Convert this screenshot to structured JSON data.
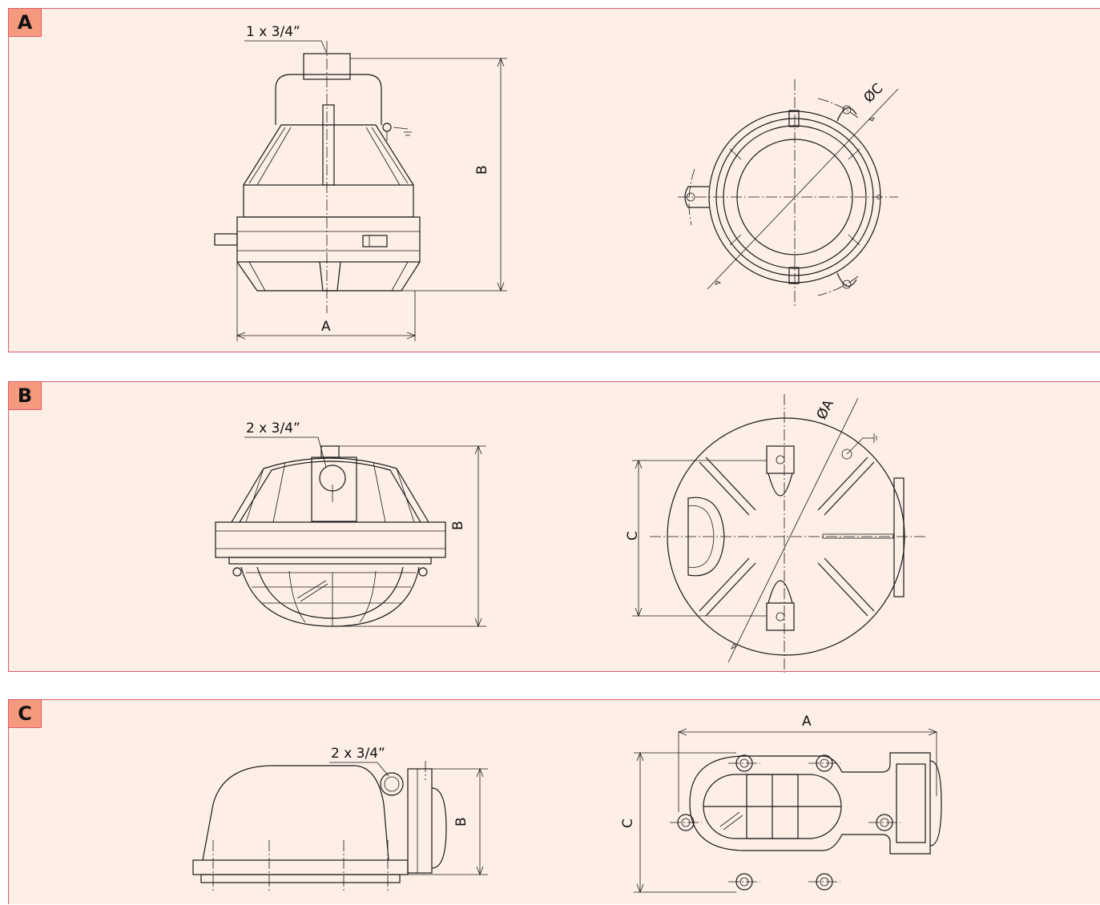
{
  "panels": {
    "a": {
      "id": "A",
      "thread_label": "1 x 3/4”",
      "dim_a": "A",
      "dim_b": "B",
      "dim_c": "ØC"
    },
    "b": {
      "id": "B",
      "thread_label": "2 x 3/4”",
      "dim_a": "ØA",
      "dim_b": "B",
      "dim_c": "C"
    },
    "c": {
      "id": "C",
      "thread_label": "2 x 3/4”",
      "dim_a": "A",
      "dim_b": "B",
      "dim_c": "C"
    }
  },
  "colors": {
    "panel_background": "#fdeee6",
    "panel_border": "#e05a6a",
    "badge_fill": "#f59a7e"
  }
}
